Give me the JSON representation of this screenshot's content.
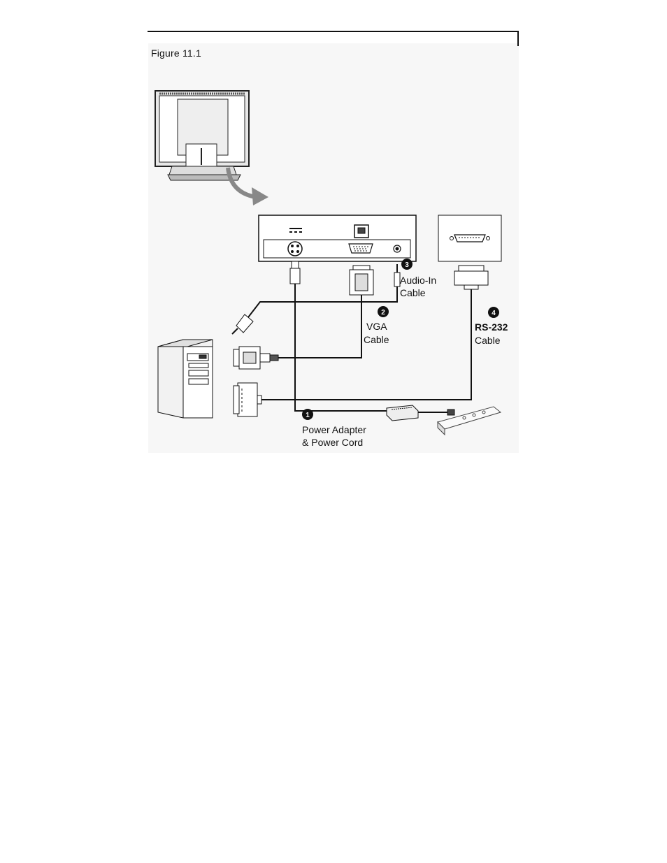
{
  "figure": {
    "caption": "Figure 11.1"
  },
  "callouts": [
    {
      "number": "1",
      "label_line1": "Power Adapter",
      "label_line2": "& Power Cord"
    },
    {
      "number": "2",
      "label_line1": "VGA",
      "label_line2": "Cable"
    },
    {
      "number": "3",
      "label_line1": "Audio-In",
      "label_line2": "Cable"
    },
    {
      "number": "4",
      "label_line1": "RS-232",
      "label_line2": "Cable"
    }
  ],
  "icons": {
    "dc_power": "dc-power-symbol",
    "usb": "usb-port-symbol"
  }
}
